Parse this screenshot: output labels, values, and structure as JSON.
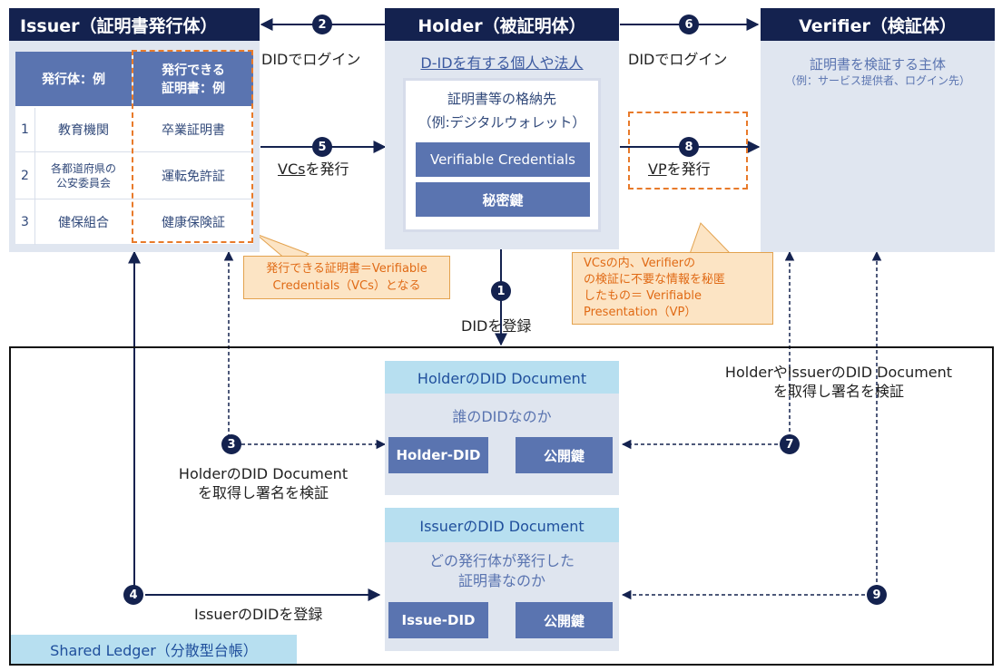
{
  "issuer": {
    "header": "Issuer（証明書発行体）",
    "table": {
      "col1_header": "発行体：例",
      "col2_header": "発行できる\n証明書：例",
      "rows": [
        {
          "no": "1",
          "entity": "教育機関",
          "cert": "卒業証明書"
        },
        {
          "no": "2",
          "entity": "各都道府県の\n公安委員会",
          "cert": "運転免許証"
        },
        {
          "no": "3",
          "entity": "健保組合",
          "cert": "健康保険証"
        }
      ]
    },
    "callout": "発行できる証明書＝Verifiable\nCredentials（VCs）となる"
  },
  "holder": {
    "header": "Holder（被証明体）",
    "subtitle": "D-IDを有する個人や法人",
    "wallet_title": "証明書等の格納先\n（例:デジタルウォレット）",
    "vc_box": "Verifiable Credentials",
    "key_box": "秘密鍵"
  },
  "verifier": {
    "header": "Verifier（検証体）",
    "desc1": "証明書を検証する主体",
    "desc2": "（例：サービス提供者、ログイン先）"
  },
  "steps": {
    "s1": "1",
    "s2": "2",
    "s3": "3",
    "s4": "4",
    "s5": "5",
    "s6": "6",
    "s7": "7",
    "s8": "8",
    "s9": "9"
  },
  "labels": {
    "did_login_left": "DIDでログイン",
    "did_login_right": "DIDでログイン",
    "vcs_issue_u": "VCs",
    "vcs_issue_rest": "を発行",
    "vp_issue_u": "VP",
    "vp_issue_rest": "を発行",
    "did_register": "DIDを登録",
    "holder_verify": "HolderのDID Document\nを取得し署名を検証",
    "issuer_register": "IssuerのDIDを登録",
    "verifier_verify": "HolderやIssuerのDID Document\nを取得し署名を検証"
  },
  "vp_callout": "VCsの内、Verifierの\nの検証に不要な情報を秘匿\nしたもの＝ Verifiable\nPresentation（VP）",
  "ledger": {
    "label": "Shared Ledger（分散型台帳）",
    "holder_doc": {
      "title": "HolderのDID Document",
      "question": "誰のDIDなのか",
      "did_box": "Holder-DID",
      "key_box": "公開鍵"
    },
    "issuer_doc": {
      "title": "IssuerのDID Document",
      "question": "どの発行体が発行した\n証明書なのか",
      "did_box": "Issue-DID",
      "key_box": "公開鍵"
    }
  }
}
